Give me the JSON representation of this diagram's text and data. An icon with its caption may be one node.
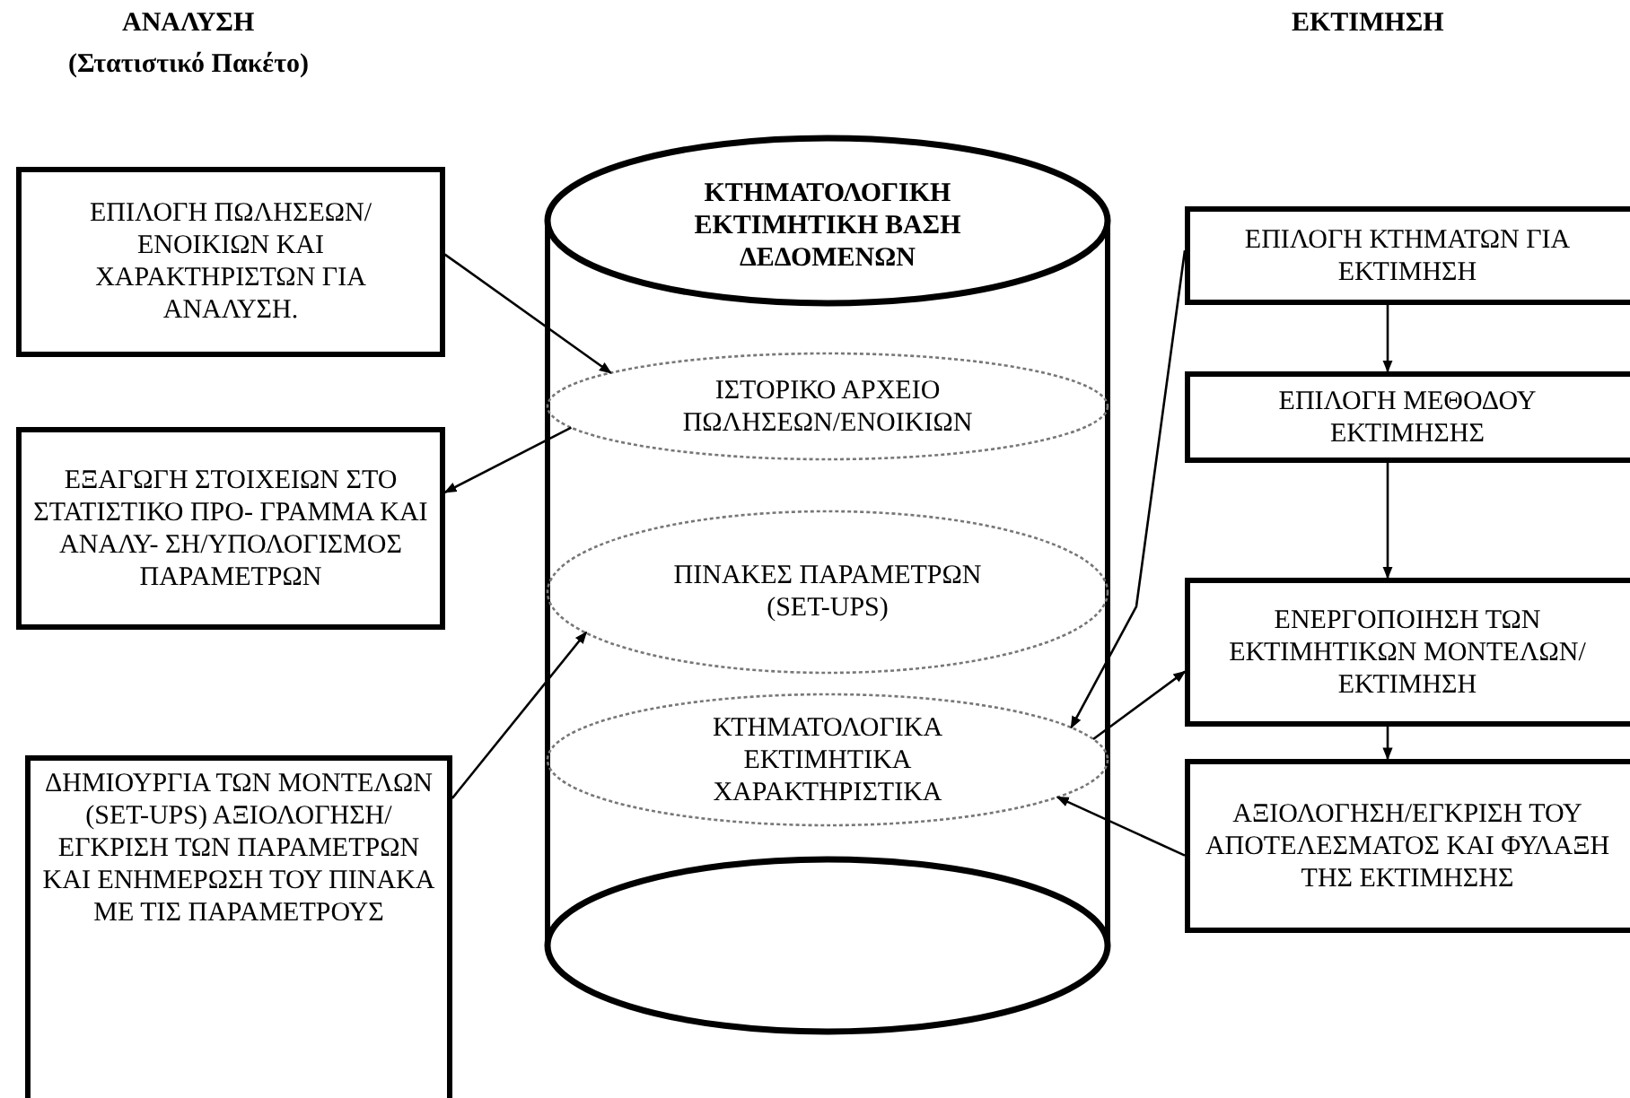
{
  "diagram": {
    "nodes": [
      {
        "text": [
          "ΚΤΗΜΑΤΟΛΟΓΙΚΗ ΕΚΤΙΜΗΤΙΚΗ ΒΑΣΗ ΔΕΔΟΜΕΝΩΝ"
        ]
      },
      {
        "text": [
          "ΙΣΤΟΡΙΚΟ ΑΡΧΕΙΟ ΠΩΛΗΣΕΩΝ/ΕΝΟΙΚΙΩΝ"
        ],
        "in": 0
      },
      {
        "text": [
          "ΠΙΝΑΚΕΣ ΠΑΡΑΜΕΤΡΩΝ (SET-UPS)"
        ],
        "in": 0
      },
      {
        "text": [
          "ΚΤΗΜΑΤΟΛΟΓΙΚΑ ΕΚΤΙΜΗΤΙΚΑ ΧΑΡΑΚΤΗΡΙΣΤΙΚΑ"
        ],
        "in": 0
      },
      {
        "text": [
          "ΕΠΙΛΟΓΗ ΠΩΛΗΣΕΩΝ/ ΕΝΟΙΚΙΩΝ ΚΑΙ ΧΑΡΑΚΤΗΡΙΣΤΩΝ ΓΙΑ ΑΝΑΛΥΣΗ."
        ]
      },
      {
        "text": [
          "ΕΞΑΓΩΓΗ ΣΤΟΙΧΕΙΩΝ ΣΤΟ ΣΤΑΤΙΣΤΙΚΟ ΠΡΟ- ΓΡΑΜΜΑ ΚΑΙ ΑΝΑΛΥ- ΣΗ/ΥΠΟΛΟΓΙΣΜΟΣ ΠΑΡΑΜΕΤΡΩΝ"
        ]
      },
      {
        "text": [
          "ΔΗΜΙΟΥΡΓΙΑ ΤΩΝ ΜΟΝΤΕΛΩΝ (SET-UPS) ΑΞΙΟΛΟΓΗΣΗ/ ΕΓΚΡΙΣΗ ΤΩΝ ΠΑΡΑΜΕΤΡΩΝ ΚΑΙ ΕΝΗΜΕΡΩΣΗ ΤΟΥ ΠΙΝΑΚΑ ΜΕ ΤΙΣ ΠΑΡΑΜΕΤΡΟΥΣ"
        ]
      },
      {
        "text": [
          "ΕΠΙΛΟΓΗ ΚΤΗΜΑΤΩΝ ΓΙΑ ΕΚΤΙΜΗΣΗ"
        ]
      },
      {
        "text": [
          "ΕΠΙΛΟΓΗ ΜΕΘΟΔΟΥ ΕΚΤΙΜΗΣΗΣ"
        ]
      },
      {
        "text": [
          "ΕΝΕΡΓΟΠΟΙΗΣΗ ΤΩΝ ΕΚΤΙΜΗΤΙΚΩΝ ΜΟΝΤΕΛΩΝ/ΕΚΤΙΜΗΣΗ"
        ]
      },
      {
        "text": [
          "ΑΞΙΟΛΟΓΗΣΗ/ΕΓΚΡΙΣΗ ΤΟΥ ΑΠΟΤΕΛΕΣΜΑΤΟΣ ΚΑΙ ΦΥΛΑΞΗ ΤΗΣ ΕΚΤΙΜΗΣΗΣ"
        ]
      }
    ],
    "edges": [
      {
        "from": 4,
        "to": 1,
        "arrow": "to"
      },
      {
        "from": 1,
        "to": 5,
        "arrow": "to"
      },
      {
        "from": 6,
        "to": 2,
        "arrow": "to"
      },
      {
        "from": 7,
        "to": 3,
        "arrow": "to"
      },
      {
        "from": 3,
        "to": 9,
        "arrow": "to"
      },
      {
        "from": 10,
        "to": 3,
        "arrow": "to"
      },
      {
        "from": 7,
        "to": 8,
        "arrow": "to"
      },
      {
        "from": 8,
        "to": 9,
        "arrow": "to"
      },
      {
        "from": 9,
        "to": 10,
        "arrow": "to"
      }
    ],
    "labels": [
      "ΑΝΑΛΥΣΗ",
      "(Στατιστικό Πακέτο)",
      "ΕΚΤΙΜΗΣΗ"
    ]
  }
}
